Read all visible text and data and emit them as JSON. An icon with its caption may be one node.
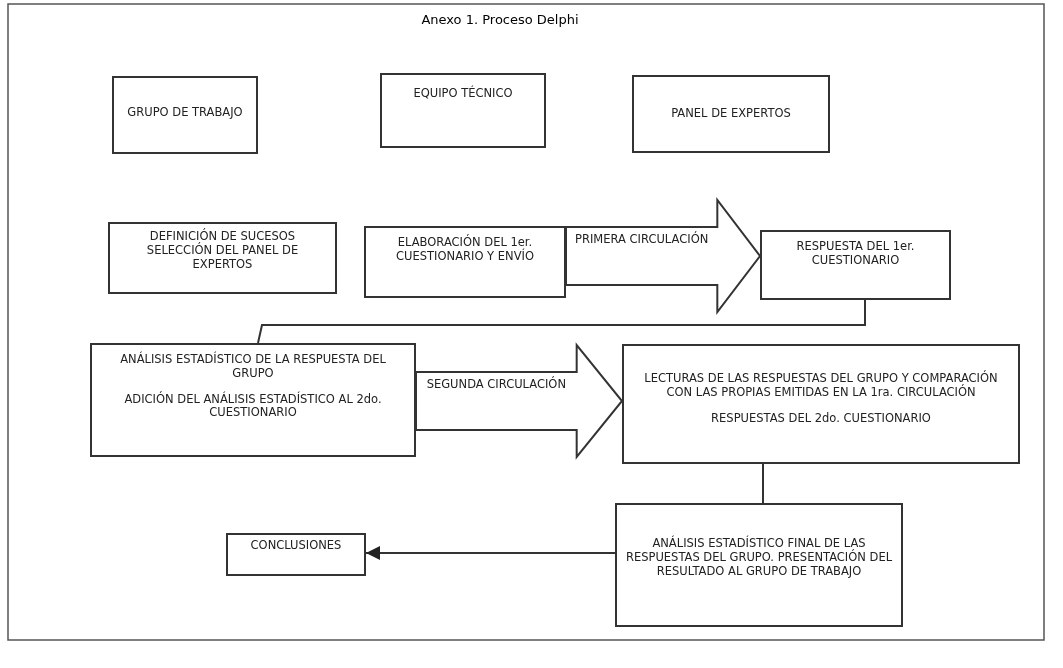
{
  "diagram": {
    "title": "Anexo 1. Proceso Delphi",
    "nodes": [
      {
        "text": [
          "GRUPO DE TRABAJO"
        ]
      },
      {
        "text": [
          "EQUIPO TÉCNICO"
        ]
      },
      {
        "text": [
          "PANEL DE EXPERTOS"
        ]
      },
      {
        "text": [
          "DEFINICIÓN DE SUCESOS SELECCIÓN DEL PANEL DE EXPERTOS"
        ]
      },
      {
        "text": [
          "ELABORACIÓN DEL 1er. CUESTIONARIO Y ENVÍO"
        ]
      },
      {
        "text": [
          "RESPUESTA DEL 1er. CUESTIONARIO"
        ]
      },
      {
        "text": [
          "ANÁLISIS ESTADÍSTICO DE LA RESPUESTA DEL GRUPO",
          "ADICIÓN DEL ANÁLISIS ESTADÍSTICO AL 2do. CUESTIONARIO"
        ]
      },
      {
        "text": [
          "LECTURAS DE LAS RESPUESTAS DEL GRUPO Y COMPARACIÓN CON LAS PROPIAS EMITIDAS EN LA 1ra. CIRCULACIÓN",
          "RESPUESTAS DEL 2do. CUESTIONARIO"
        ]
      },
      {
        "text": [
          "ANÁLISIS ESTADÍSTICO FINAL DE LAS RESPUESTAS DEL GRUPO. PRESENTACIÓN DEL RESULTADO AL GRUPO DE TRABAJO"
        ]
      },
      {
        "text": [
          "CONCLUSIONES"
        ]
      }
    ],
    "edges": [
      {
        "from": 4,
        "to": 5,
        "arrow": "to",
        "label": "PRIMERA CIRCULACIÓN",
        "style": "thick"
      },
      {
        "from": 5,
        "to": 6,
        "arrow": "none"
      },
      {
        "from": 6,
        "to": 7,
        "arrow": "to",
        "label": "SEGUNDA CIRCULACIÓN",
        "style": "thick"
      },
      {
        "from": 7,
        "to": 8,
        "arrow": "none"
      },
      {
        "from": 8,
        "to": 9,
        "arrow": "to"
      }
    ]
  }
}
